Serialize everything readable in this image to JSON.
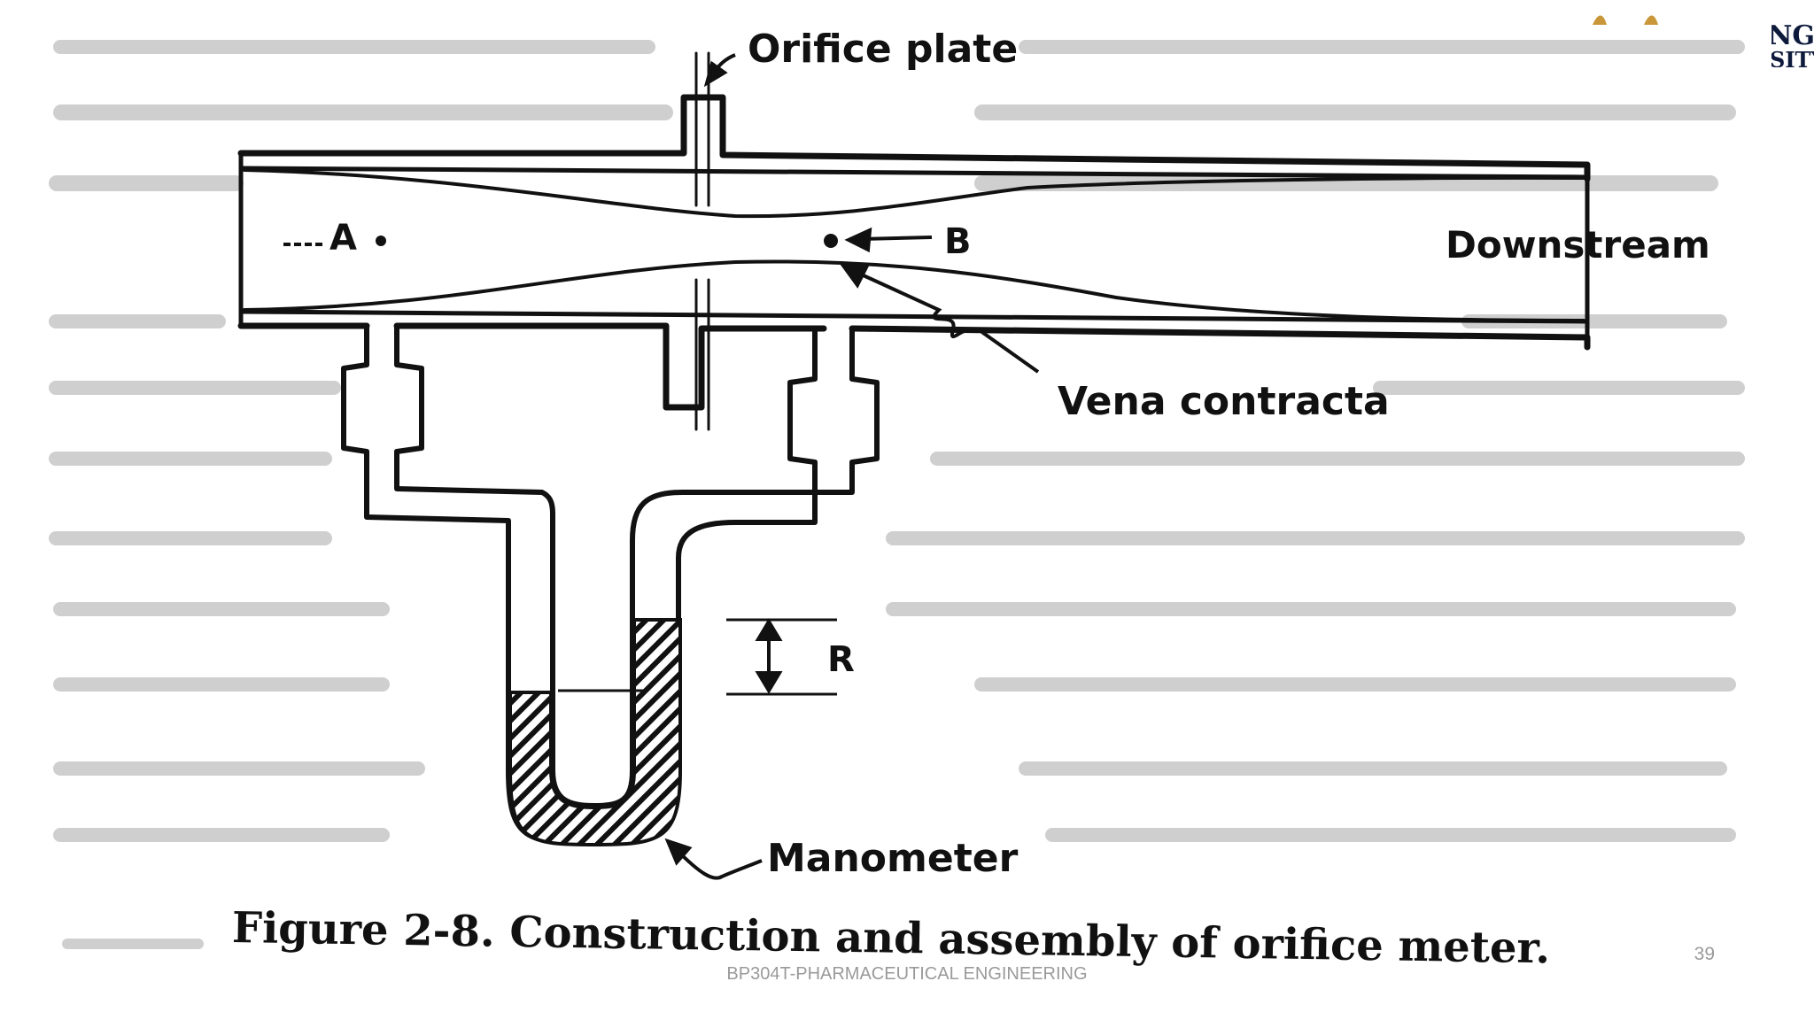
{
  "slide": {
    "footer": "BP304T-PHARMACEUTICAL ENGINEERING",
    "page_number": "39",
    "logo_text_line1": "NGA",
    "logo_text_line2": "SITY"
  },
  "figure": {
    "caption": "Figure 2-8. Construction and assembly of orifice meter.",
    "labels": {
      "orifice_plate": "Orifice plate",
      "point_a": "A",
      "point_b": "B",
      "downstream": "Downstream",
      "vena_contracta": "Vena contracta",
      "reading": "R",
      "manometer": "Manometer"
    }
  },
  "colors": {
    "ink": "#111111",
    "ghost_text": "#c8c8c8",
    "footer_text": "#9a9a9a",
    "logo_gold": "#c9973a",
    "logo_navy": "#0e1a3b"
  }
}
